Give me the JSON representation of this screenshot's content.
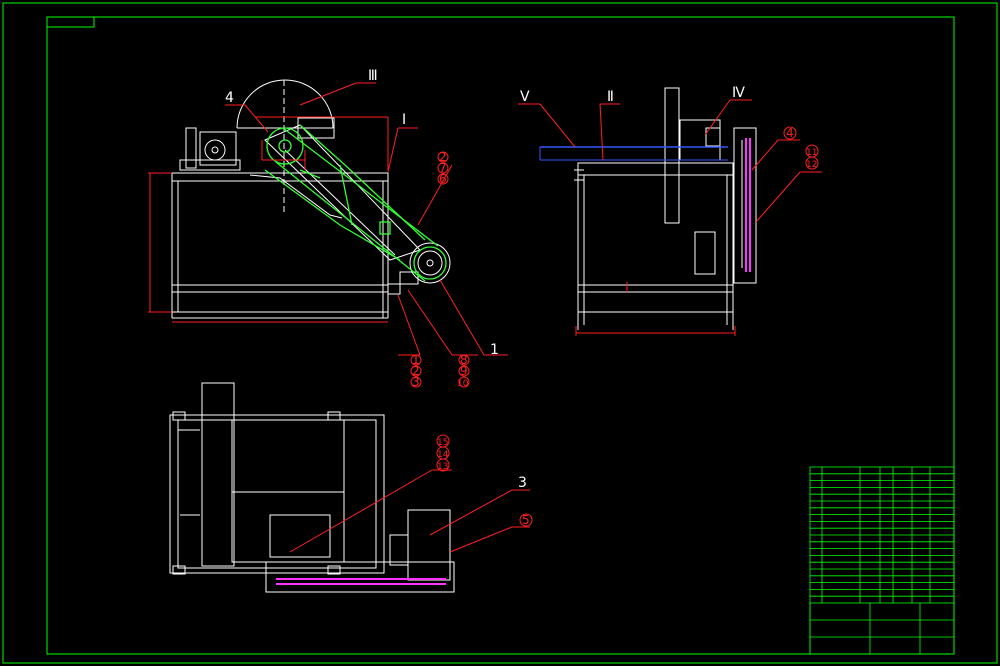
{
  "roman_labels": {
    "III": "Ⅲ",
    "I": "I",
    "V": "V",
    "II": "Ⅱ",
    "IV": "Ⅳ"
  },
  "arabic_labels": {
    "n4_front": "4",
    "n1_front": "1",
    "n3_top": "3"
  },
  "circled_front_upper": [
    "2",
    "7",
    "6"
  ],
  "circled_front_lower_left": [
    "1",
    "2",
    "3"
  ],
  "circled_front_lower_right": [
    "8",
    "9",
    "10"
  ],
  "circled_side": [
    "4",
    "11",
    "12"
  ],
  "circled_top": [
    "15",
    "14",
    "13"
  ],
  "circled_top_right": "5",
  "colors": {
    "frame": "#00ff00",
    "line": "#ffffff",
    "leader": "#ff2020",
    "belt_front": "#33ff33",
    "belt_top": "#ff33ff",
    "blade_side": "#3355ff"
  }
}
